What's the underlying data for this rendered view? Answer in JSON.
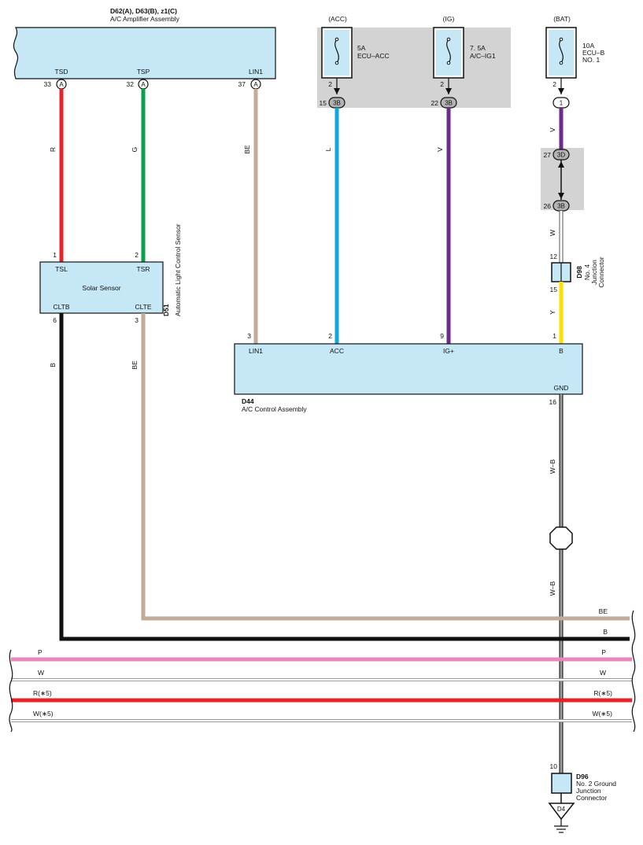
{
  "amplifier": {
    "id": "D62(A), D63(B), z1(C)",
    "title": "A/C Amplifier Assembly",
    "pins": [
      {
        "label": "TSD",
        "number": "33",
        "connector": "A"
      },
      {
        "label": "TSP",
        "number": "32",
        "connector": "A"
      },
      {
        "label": "LIN1",
        "number": "37",
        "connector": "A"
      }
    ]
  },
  "fuses": [
    {
      "source": "(ACC)",
      "rating": "5A",
      "name": "ECU–ACC",
      "pin": "2",
      "jc_pin": "15",
      "jc": "3B"
    },
    {
      "source": "(IG)",
      "rating": "7. 5A",
      "name": "A/C–IG1",
      "pin": "2",
      "jc_pin": "22",
      "jc": "3B"
    },
    {
      "source": "(BAT)",
      "rating": "10A",
      "name1": "ECU–B",
      "name2": "NO. 1",
      "pin": "2",
      "jc": "1"
    }
  ],
  "bat_path": {
    "jc_top_pin": "27",
    "jc_top": "3D",
    "jc_bot_pin": "26",
    "jc_bot": "3B"
  },
  "junction_d98": {
    "id": "D98",
    "line1": "No. 4",
    "line2": "Junction",
    "line3": "Connector",
    "pin_top": "12",
    "pin_bottom": "15"
  },
  "solar_sensor": {
    "title": "Solar Sensor",
    "id": "D51",
    "side_title": "Automatic Light Control Sensor",
    "pins": [
      {
        "label": "TSL",
        "number": "1"
      },
      {
        "label": "TSR",
        "number": "2"
      },
      {
        "label": "CLTB",
        "number": "6"
      },
      {
        "label": "CLTE",
        "number": "3"
      }
    ]
  },
  "control": {
    "id": "D44",
    "title": "A/C Control Assembly",
    "pins": [
      {
        "label": "LIN1",
        "number": "3"
      },
      {
        "label": "ACC",
        "number": "2"
      },
      {
        "label": "IG+",
        "number": "9"
      },
      {
        "label": "B",
        "number": "1"
      },
      {
        "label": "GND",
        "number": "16"
      }
    ]
  },
  "junction_d96": {
    "id": "D96",
    "line1": "No. 2 Ground",
    "line2": "Junction",
    "line3": "Connector",
    "pin": "10",
    "ground": "D4"
  },
  "wire_colors": {
    "R": "R",
    "G": "G",
    "BE": "BE",
    "L": "L",
    "V": "V",
    "W": "W",
    "Y": "Y",
    "B": "B",
    "WB": "W–B",
    "P": "P",
    "R5": "R(∗5)",
    "W5": "W(∗5)"
  },
  "colors": {
    "box_fill": "#c6e8f6",
    "shade": "#d3d3d3",
    "red": "#e8222a",
    "green": "#06a04e",
    "tan": "#c2ab98",
    "blue": "#11a5e2",
    "purple": "#6d2c8c",
    "yellow": "#ffe100",
    "black": "#111111",
    "pink": "#ea86b8"
  }
}
